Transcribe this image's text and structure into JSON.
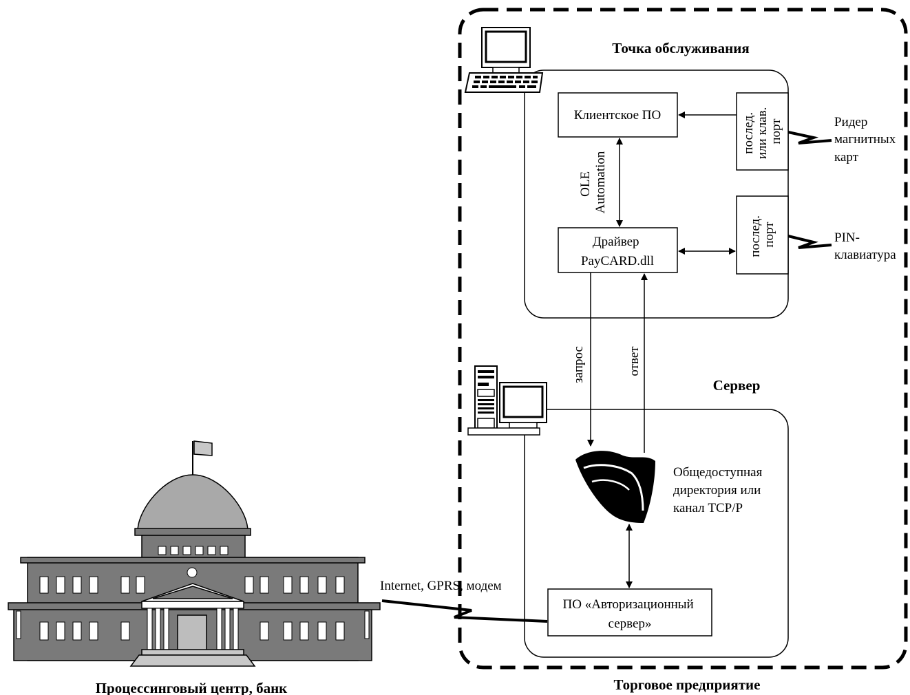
{
  "titles": {
    "service_point": "Точка обслуживания",
    "server": "Сервер",
    "merchant": "Торговое предприятие",
    "processing_center": "Процессинговый центр, банк"
  },
  "boxes": {
    "client_software": "Клиентское ПО",
    "driver_line1": "Драйвер",
    "driver_line2": "PayCARD.dll",
    "auth_server_line1": "ПО «Авторизационный",
    "auth_server_line2": "сервер»",
    "port_top_line1": "послед.",
    "port_top_line2": "или клав.",
    "port_top_line3": "порт",
    "port_bottom_line1": "послед.",
    "port_bottom_line2": "порт"
  },
  "labels": {
    "ole_line1": "OLE",
    "ole_line2": "Automation",
    "request": "запрос",
    "response": "ответ",
    "shared_dir_line1": "Общедоступная",
    "shared_dir_line2": "директория или",
    "shared_dir_line3": "канал TCP/P",
    "reader_line1": "Ридер",
    "reader_line2": "магнитных",
    "reader_line3": "карт",
    "pinpad_line1": "PIN-",
    "pinpad_line2": "клавиатура",
    "connection": "Internet, GPRS, модем"
  },
  "icons": [
    "workstation-icon",
    "server-computer-icon",
    "folder-icon",
    "bank-building-icon",
    "lightning-link-icon"
  ]
}
